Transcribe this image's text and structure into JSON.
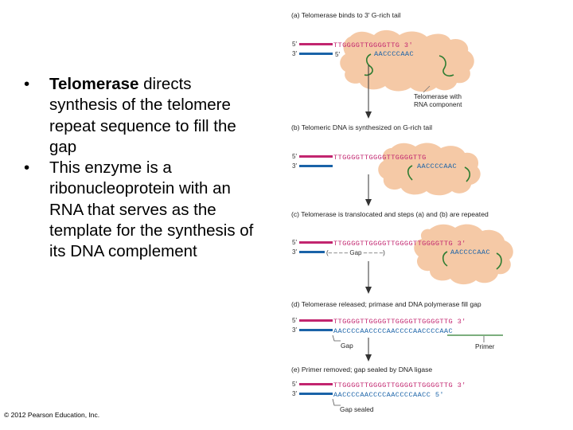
{
  "bullets": [
    {
      "bold": "Telomerase",
      "text": " directs synthesis of the telomere repeat sequence to fill the gap"
    },
    {
      "bold": "",
      "text": "This enzyme is a ribonucleoprotein with an RNA that serves as the template for the synthesis of its DNA complement"
    }
  ],
  "bullet_glyph": "•",
  "copyright": "© 2012 Pearson Education, Inc.",
  "figure": {
    "colors": {
      "top_strand": "#c2256f",
      "bottom_strand": "#1a63a8",
      "enzyme_fill": "#f5c9a6",
      "rna": "#2e7d32"
    },
    "strand_labels": {
      "five": "5′",
      "three": "3′"
    },
    "steps": {
      "a": {
        "caption": "(a) Telomerase binds to 3′ G-rich tail",
        "top_seq": "TTGGGGTTGGGGTTG 3′",
        "rna_seq": "AACCCCAAC",
        "bottom_end": "5′",
        "enzyme_label_1": "Telomerase with",
        "enzyme_label_2": "RNA component"
      },
      "b": {
        "caption": "(b) Telomeric DNA is synthesized on G-rich tail",
        "top_seq": "TTGGGGTTGGGGTTGGGGTTG",
        "rna_seq": "AACCCCAAC"
      },
      "c": {
        "caption": "(c) Telomerase is translocated and steps (a) and (b) are repeated",
        "top_seq": "TTGGGGTTGGGGTTGGGGTTGGGGTTG 3′",
        "gap_text": "(– – – –  Gap  – – – –)",
        "rna_seq": "AACCCCAAC"
      },
      "d": {
        "caption": "(d) Telomerase released; primase and DNA polymerase fill gap",
        "top_seq": "TTGGGGTTGGGGTTGGGGTTGGGGTTG 3′",
        "bottom_seq": "AACCCCAACCCCAACCCCAACCCCAAC",
        "gap_label": "Gap",
        "primer_label": "Primer"
      },
      "e": {
        "caption": "(e) Primer removed; gap sealed by DNA ligase",
        "top_seq": "TTGGGGTTGGGGTTGGGGTTGGGGTTG 3′",
        "bottom_seq": "AACCCCAACCCCAACCCCAACC 5′",
        "sealed_label": "Gap sealed"
      }
    }
  }
}
